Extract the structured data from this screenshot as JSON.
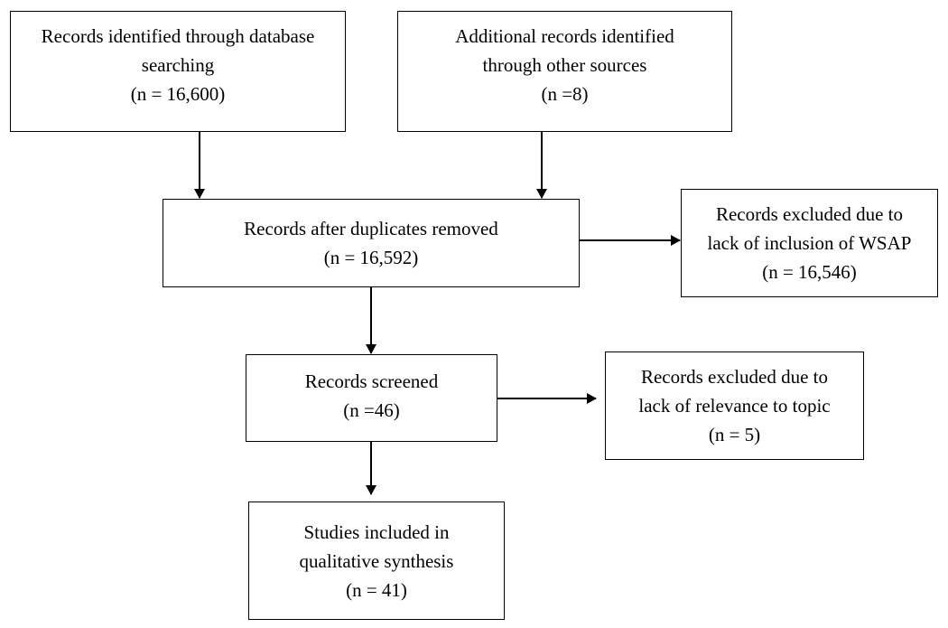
{
  "flow": {
    "identified_db": {
      "lines": [
        "Records identified through database",
        "searching",
        "(n = 16,600)"
      ]
    },
    "identified_other": {
      "lines": [
        "Additional records identified",
        "through other sources",
        "(n =8)"
      ]
    },
    "after_duplicates": {
      "lines": [
        "Records after duplicates removed",
        "(n = 16,592)"
      ]
    },
    "excluded_wsap": {
      "lines": [
        "Records excluded due to",
        "lack of inclusion of WSAP",
        "(n = 16,546)"
      ]
    },
    "screened": {
      "lines": [
        "Records screened",
        "(n =46)"
      ]
    },
    "excluded_relevance": {
      "lines": [
        "Records excluded due to",
        "lack of relevance to topic",
        "(n = 5)"
      ]
    },
    "included": {
      "lines": [
        "Studies included in",
        "qualitative synthesis",
        "(n = 41)"
      ]
    }
  },
  "colors": {
    "stroke": "#000000",
    "background": "#ffffff"
  }
}
